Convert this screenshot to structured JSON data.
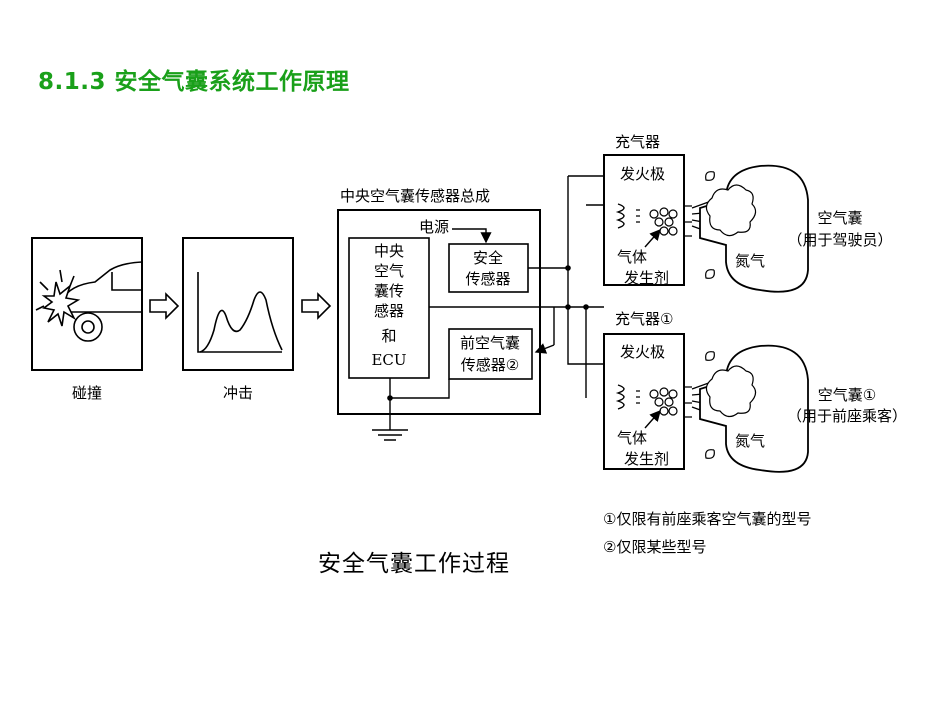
{
  "title": "8.1.3 安全气囊系统工作原理",
  "title_color": "#1aa01a",
  "blocks": {
    "crash_label": "碰撞",
    "impact_label": "冲击",
    "sensor_assembly_title": "中央空气囊传感器总成",
    "power_label": "电源",
    "ecu_lines": [
      "中央",
      "空气",
      "囊传",
      "感器",
      "和",
      "ECU"
    ],
    "safety_sensor_lines": [
      "安全",
      "传感器"
    ],
    "front_sensor_lines": [
      "前空气囊",
      "传感器②"
    ]
  },
  "driver_unit": {
    "inflator_label": "充气器",
    "igniter_label": "发火极",
    "gas_generant_lines": [
      "气体",
      "发生剂"
    ],
    "nitrogen_label": "氮气",
    "airbag_lines": [
      "空气囊",
      "（用于驾驶员）"
    ]
  },
  "passenger_unit": {
    "inflator_label": "充气器①",
    "igniter_label": "发火极",
    "gas_generant_lines": [
      "气体",
      "发生剂"
    ],
    "nitrogen_label": "氮气",
    "airbag_lines": [
      "空气囊①",
      "（用于前座乘客）"
    ]
  },
  "footnotes": [
    "①仅限有前座乘客空气囊的型号",
    "②仅限某些型号"
  ],
  "caption": "安全气囊工作过程"
}
